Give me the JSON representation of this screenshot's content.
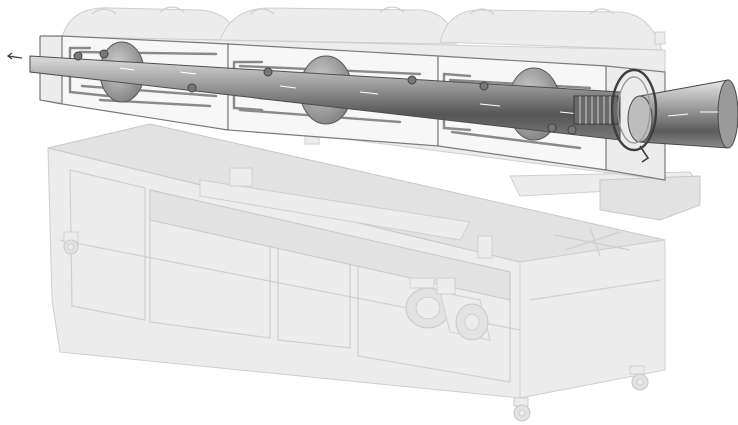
{
  "figure": {
    "kind": "technical illustration",
    "subject_parts": [
      "pipe",
      "vacuum-tank",
      "sizing-sleeve",
      "spray-rings",
      "support-rollers",
      "frame",
      "wheels",
      "pump",
      "motor"
    ]
  },
  "colors": {
    "ghost_fill": "#ececec",
    "ghost_stroke": "#cfcfcf",
    "pipe_dark": "#4e4e4e",
    "pipe_mid": "#8c8c8c",
    "pipe_light": "#d9d9d9",
    "window_fill": "#f7f7f7",
    "frame_line": "#7a7a7a"
  }
}
